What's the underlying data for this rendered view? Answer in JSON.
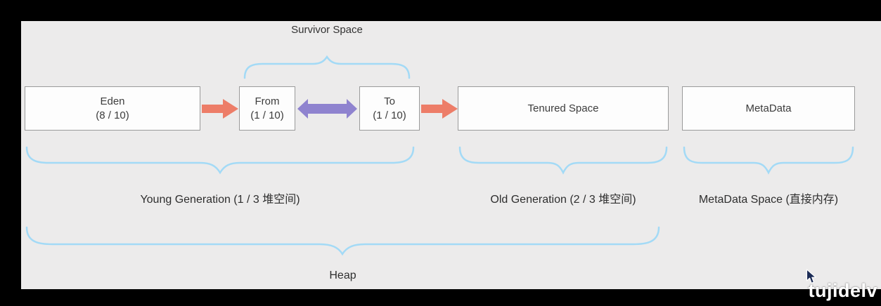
{
  "survivor": {
    "label": "Survivor Space"
  },
  "boxes": {
    "eden": {
      "title": "Eden",
      "capacity": "(8 / 10)"
    },
    "from": {
      "title": "From",
      "capacity": "(1 / 10)"
    },
    "to": {
      "title": "To",
      "capacity": "(1 / 10)"
    },
    "tenured": {
      "title": "Tenured Space"
    },
    "metadata": {
      "title": "MetaData"
    }
  },
  "groups": {
    "young": {
      "label": "Young Generation (1 / 3 堆空间)"
    },
    "old": {
      "label": "Old Generation (2 / 3 堆空间)"
    },
    "metadata_space": {
      "label": "MetaData Space (直接内存)"
    },
    "heap": {
      "label": "Heap"
    }
  },
  "watermark": {
    "text": "tujidelv"
  },
  "colors": {
    "red_arrow": "#ED7D68",
    "purple_arrow": "#8F83CF",
    "brace": "#A3DAF6",
    "panel_bg": "#ECEBEB",
    "frame_bg": "#000000",
    "box_bg": "#FDFDFD",
    "box_border": "#9A9A9A"
  }
}
